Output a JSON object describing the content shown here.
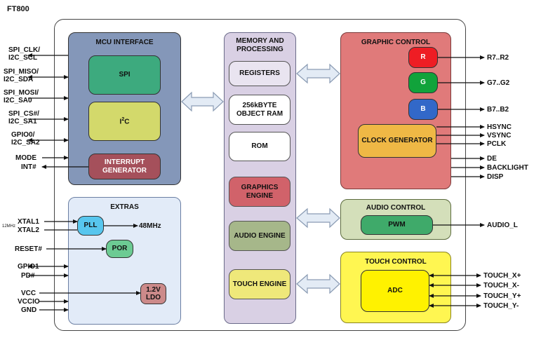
{
  "title": "FT800",
  "mcu": {
    "title": "MCU INTERFACE",
    "spi": "SPI",
    "i2c_base": "I",
    "i2c_sup": "2",
    "i2c_tail": "C",
    "interrupt": "INTERRUPT GENERATOR"
  },
  "memory": {
    "title": "MEMORY AND PROCESSING",
    "blocks": [
      "REGISTERS",
      "256kBYTE OBJECT RAM",
      "ROM",
      "GRAPHICS ENGINE",
      "AUDIO ENGINE",
      "TOUCH ENGINE"
    ]
  },
  "graphic": {
    "title": "GRAPHIC CONTROL",
    "r": "R",
    "g": "G",
    "b": "B",
    "clock": "CLOCK GENERATOR"
  },
  "audio": {
    "title": "AUDIO CONTROL",
    "pwm": "PWM"
  },
  "touch": {
    "title": "TOUCH CONTROL",
    "adc": "ADC"
  },
  "extras": {
    "title": "EXTRAS",
    "pll": "PLL",
    "freq": "48MHz",
    "por": "POR",
    "ldo_line1": "1.2V",
    "ldo_line2": "LDO",
    "xtal_note": "12MHz"
  },
  "left_pins": {
    "spi_clk_1": "SPI_CLK/",
    "spi_clk_2": "I2C_SCL",
    "spi_miso_1": "SPI_MISO/",
    "spi_miso_2": "I2C_SDA",
    "spi_mosi_1": "SPI_MOSI/",
    "spi_mosi_2": "I2C_SA0",
    "spi_cs_1": "SPI_CS#/",
    "spi_cs_2": "I2C_SA1",
    "gpio0_1": "GPIO0/",
    "gpio0_2": "I2C_SA2",
    "mode": "MODE",
    "int": "INT#",
    "xtal1": "XTAL1",
    "xtal2": "XTAL2",
    "reset": "RESET#",
    "gpio1": "GPIO1",
    "pd": "PD#",
    "vcc": "VCC",
    "vccio": "VCCIO",
    "gnd": "GND"
  },
  "right_pins": {
    "r": "R7..R2",
    "g": "G7..G2",
    "b": "B7..B2",
    "hsync": "HSYNC",
    "vsync": "VSYNC",
    "pclk": "PCLK",
    "de": "DE",
    "backlight": "BACKLIGHT",
    "disp": "DISP",
    "audio": "AUDIO_L",
    "touch_xp": "TOUCH_X+",
    "touch_xm": "TOUCH_X-",
    "touch_yp": "TOUCH_Y+",
    "touch_ym": "TOUCH_Y-"
  },
  "colors": {
    "mcu_bg": "#8497b9",
    "spi": "#3daa7e",
    "i2c": "#d3d96b",
    "interrupt": "#a5505b",
    "memory_bg": "#d9d0e4",
    "graphics_engine": "#d1626a",
    "audio_engine": "#a6b78a",
    "touch_engine": "#efe87a",
    "graphic_bg": "#e07a7a",
    "r": "#ee1d24",
    "g": "#11a33b",
    "b": "#3268c8",
    "clock": "#efb845",
    "audio_bg": "#d4dfba",
    "pwm": "#3faa6a",
    "touch_bg": "#fff651",
    "adc": "#fff200",
    "extras_bg": "#e2ebf8",
    "pll": "#57c6ee",
    "por": "#6ccb93",
    "ldo": "#cc8a8a"
  }
}
